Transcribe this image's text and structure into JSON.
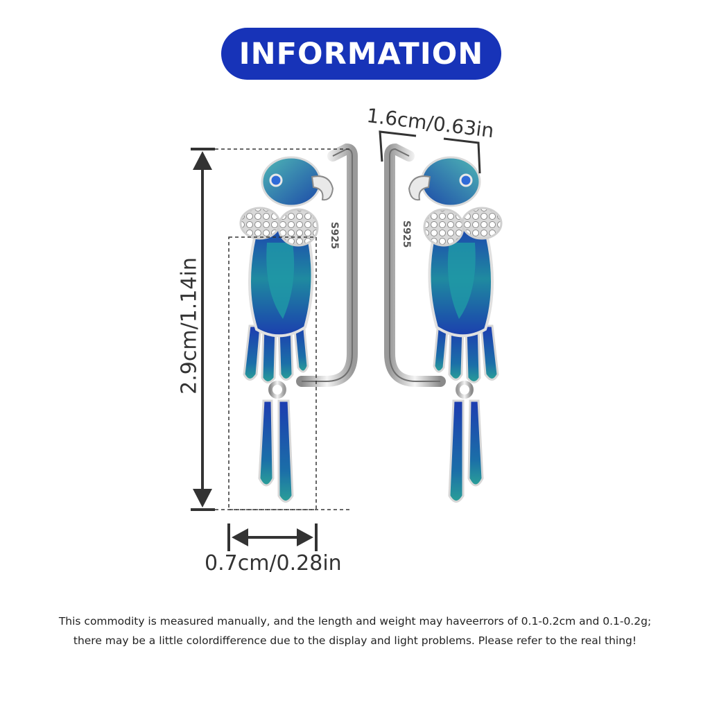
{
  "banner": {
    "title": "INFORMATION",
    "color": "#1733b8"
  },
  "dimensions": {
    "height": "2.9cm/1.14in",
    "width": "0.7cm/0.28in",
    "top_width": "1.6cm/0.63in"
  },
  "product": {
    "hallmark": "S925",
    "image": "parrot-earring-pair"
  },
  "disclaimer": {
    "line1": "This commodity is measured manually, and the length and weight may haveerrors of 0.1-0.2cm and 0.1-0.2g;",
    "line2": "there may be a little colordifference due to the display and light problems. Please refer to the real thing!"
  }
}
